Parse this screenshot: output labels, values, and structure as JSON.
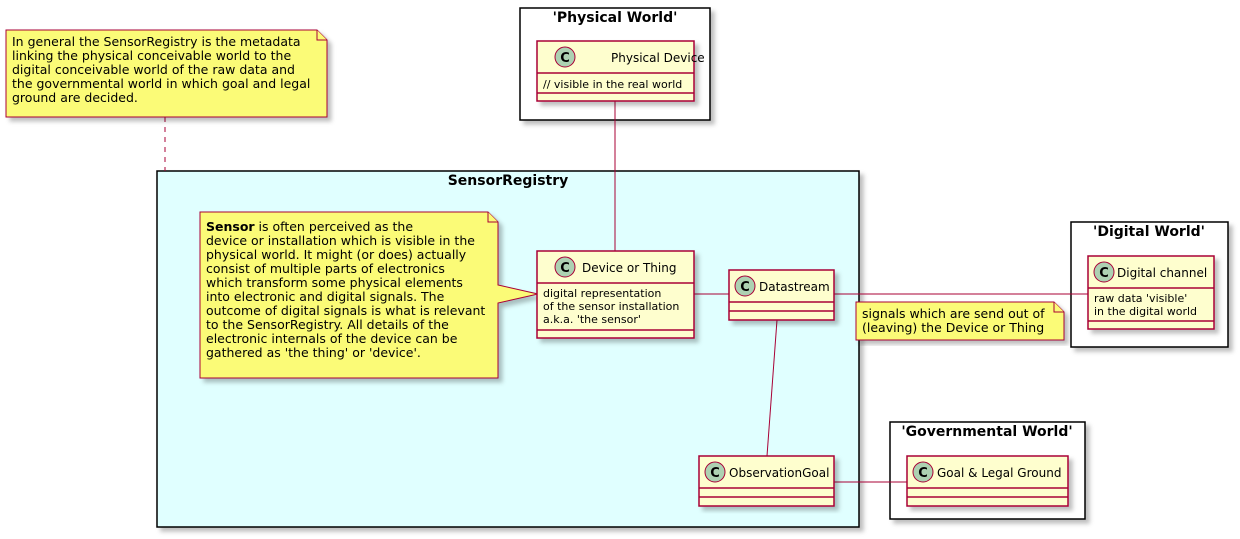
{
  "colors": {
    "class_fill": "#FEFECE",
    "class_border": "#A80036",
    "circle_fill": "#ADD1B2",
    "note_fill": "#FBFB77",
    "registry_fill": "#E0FFFF",
    "edge": "#A80036"
  },
  "class_stereotype_letter": "C",
  "packages": {
    "physical": {
      "title": "'Physical World'"
    },
    "registry": {
      "title": "SensorRegistry"
    },
    "digital": {
      "title": "'Digital World'"
    },
    "governmental": {
      "title": "'Governmental World'"
    }
  },
  "classes": {
    "physical_device": {
      "name": "Physical Device",
      "attrs": [
        "// visible in the real world"
      ]
    },
    "device_or_thing": {
      "name": "Device or Thing",
      "attrs": [
        "digital representation",
        "of the sensor installation",
        "a.k.a. 'the sensor'"
      ]
    },
    "datastream": {
      "name": "Datastream",
      "attrs": []
    },
    "observation_goal": {
      "name": "ObservationGoal",
      "attrs": []
    },
    "digital_channel": {
      "name": "Digital channel",
      "attrs": [
        "raw data 'visible'",
        "in the digital world"
      ]
    },
    "goal_legal": {
      "name": "Goal & Legal Ground",
      "attrs": []
    }
  },
  "notes": {
    "general": {
      "lines": [
        "In general the SensorRegistry is the metadata",
        "linking the physical conceivable world to the",
        "digital conceivable world of the raw data and",
        "the governmental world in which goal and legal",
        "ground are decided."
      ]
    },
    "sensor": {
      "bold_word": "Sensor",
      "first_line_rest": " is often perceived as the",
      "lines": [
        "device or installation which is visible in the",
        "physical world. It might (or does) actually",
        "consist of multiple parts of electronics",
        "which transform some physical elements",
        "into electronic and digital signals. The",
        "outcome of digital signals is what is relevant",
        "to the SensorRegistry. All details of the",
        "electronic internals of the device can be",
        "gathered as 'the thing' or 'device'."
      ]
    },
    "signals": {
      "lines": [
        "signals which are send out of",
        "(leaving) the Device or Thing"
      ]
    }
  }
}
